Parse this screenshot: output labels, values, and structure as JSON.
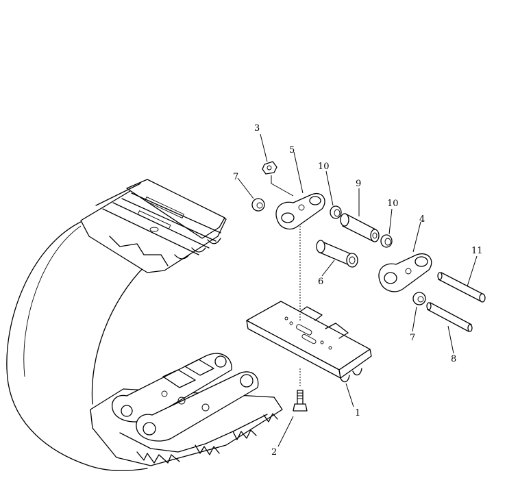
{
  "diagram": {
    "callouts": [
      {
        "id": "c1",
        "label": "1"
      },
      {
        "id": "c2",
        "label": "2"
      },
      {
        "id": "c3",
        "label": "3"
      },
      {
        "id": "c4",
        "label": "4"
      },
      {
        "id": "c5",
        "label": "5"
      },
      {
        "id": "c6",
        "label": "6"
      },
      {
        "id": "c7a",
        "label": "7"
      },
      {
        "id": "c7b",
        "label": "7"
      },
      {
        "id": "c8",
        "label": "8"
      },
      {
        "id": "c9",
        "label": "9"
      },
      {
        "id": "c10a",
        "label": "10"
      },
      {
        "id": "c10b",
        "label": "10"
      },
      {
        "id": "c11",
        "label": "11"
      }
    ]
  }
}
